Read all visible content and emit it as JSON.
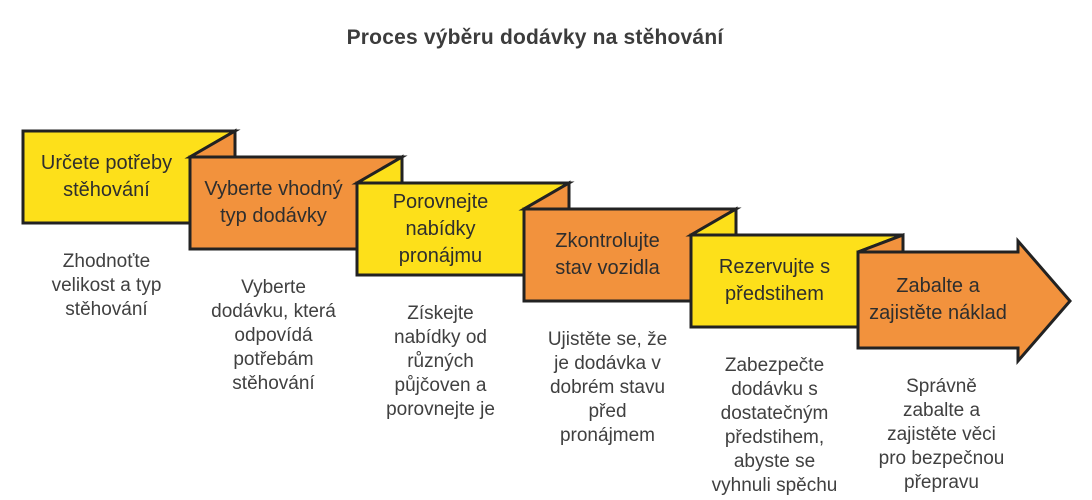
{
  "title": "Proces výběru dodávky na stěhování",
  "colors": {
    "yellow": "#FDE01A",
    "orange": "#F2923D",
    "outline": "#222222",
    "title_text": "#3C3C3C",
    "label_text": "#2E2E2E",
    "description_text": "#404040",
    "background": "#FFFFFF"
  },
  "steps": [
    {
      "label": "Určete potřeby\nstěhování",
      "description": "Zhodnoťte\nvelikost a typ\nstěhování",
      "fill": "#FDE01A",
      "shape": "folded-ribbon-box"
    },
    {
      "label": "Vyberte vhodný\ntyp dodávky",
      "description": "Vyberte\ndodávku, která\nodpovídá\npotřebám\nstěhování",
      "fill": "#F2923D",
      "shape": "folded-ribbon-box"
    },
    {
      "label": "Porovnejte\nnabídky\npronájmu",
      "description": "Získejte\nnabídky od\nrůzných\npůjčoven a\nporovnejte je",
      "fill": "#FDE01A",
      "shape": "folded-ribbon-box"
    },
    {
      "label": "Zkontrolujte\nstav vozidla",
      "description": "Ujistěte se, že\nje dodávka v\ndobrém stavu\npřed\npronájmem",
      "fill": "#F2923D",
      "shape": "folded-ribbon-box"
    },
    {
      "label": "Rezervujte s\npředstihem",
      "description": "Zabezpečte\ndodávku s\ndostatečným\npředstihem,\nabyste se\nvyhnuli spěchu",
      "fill": "#FDE01A",
      "shape": "folded-ribbon-box"
    },
    {
      "label": "Zabalte a\nzajistěte náklad",
      "description": "Správně\nzabalte a\nzajistěte věci\npro bezpečnou\npřepravu",
      "fill": "#F2923D",
      "shape": "arrow-right"
    }
  ]
}
